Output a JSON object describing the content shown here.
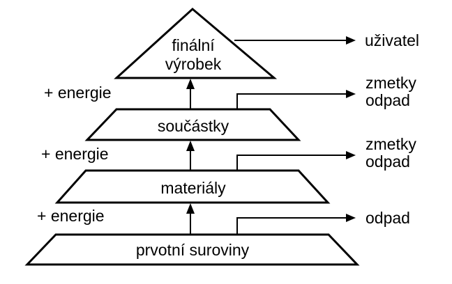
{
  "diagram": {
    "levels": [
      {
        "id": "final",
        "label_lines": [
          "finální",
          "výrobek"
        ]
      },
      {
        "id": "parts",
        "label_lines": [
          "součástky"
        ]
      },
      {
        "id": "materials",
        "label_lines": [
          "materiály"
        ]
      },
      {
        "id": "raw",
        "label_lines": [
          "prvotní suroviny"
        ]
      }
    ],
    "inputs": [
      {
        "label": "+ energie"
      },
      {
        "label": "+ energie"
      },
      {
        "label": "+ energie"
      }
    ],
    "outputs": [
      {
        "from": "final",
        "label_lines": [
          "uživatel"
        ]
      },
      {
        "from": "parts",
        "label_lines": [
          "zmetky",
          "odpad"
        ]
      },
      {
        "from": "materials",
        "label_lines": [
          "zmetky",
          "odpad"
        ]
      },
      {
        "from": "raw",
        "label_lines": [
          "odpad"
        ]
      }
    ],
    "colors": {
      "stroke": "#000000",
      "background": "#ffffff"
    }
  }
}
